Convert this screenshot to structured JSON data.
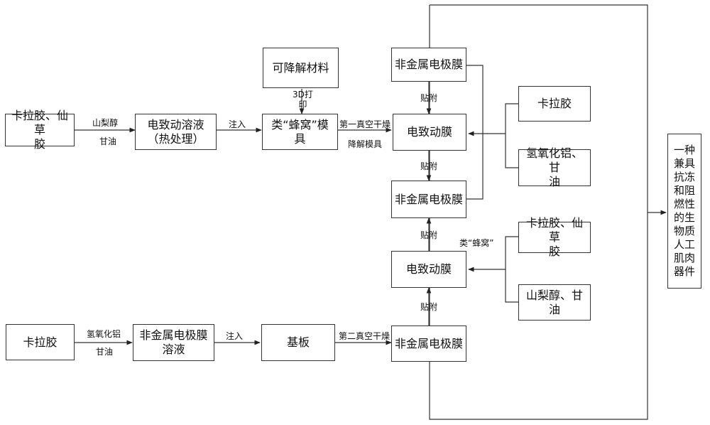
{
  "boxes": {
    "carrageenan_mesona_top": "卡拉胶、仙草\n胶",
    "electro_solution": "电致动溶液\n（热处理）",
    "degradable_material": "可降解材料",
    "honeycomb_mold": "类“蜂窝”模\n具",
    "nonmetal_electrode_top": "非金属电极膜",
    "electro_film_top": "电致动膜",
    "nonmetal_electrode_middle": "非金属电极膜",
    "electro_film_bottom": "电致动膜",
    "nonmetal_electrode_bottom": "非金属电极膜",
    "carrageenan_bottom": "卡拉胶",
    "nonmetal_electrode_solution": "非金属电极膜\n溶液",
    "substrate": "基板",
    "side_carrageenan": "卡拉胶",
    "side_aluminum_glycerol": "氢氧化铝、甘\n油",
    "side_carrageenan_mesona": "卡拉胶、仙草\n胶",
    "side_sorbitol_glycerol": "山梨醇、甘油",
    "output_device": "一种\n兼具\n抗冻\n和阻\n燃性\n的生\n物质\n人工\n肌肉\n器件"
  },
  "labels": {
    "sorbitol": "山梨醇",
    "glycerol_top": "甘油",
    "inject_top": "注入",
    "print_3d": "3D打\n印",
    "first_vacuum_drying": "第一真空干燥",
    "degrade_mold": "降解模具",
    "attach_1": "贴附",
    "attach_2": "贴附",
    "attach_3": "贴附",
    "attach_4": "贴附",
    "honeycomb_like": "类“蜂窝”",
    "aluminum_hydroxide": "氢氧化铝",
    "glycerol_bottom": "甘油",
    "inject_bottom": "注入",
    "second_vacuum_drying": "第二真空干燥"
  }
}
